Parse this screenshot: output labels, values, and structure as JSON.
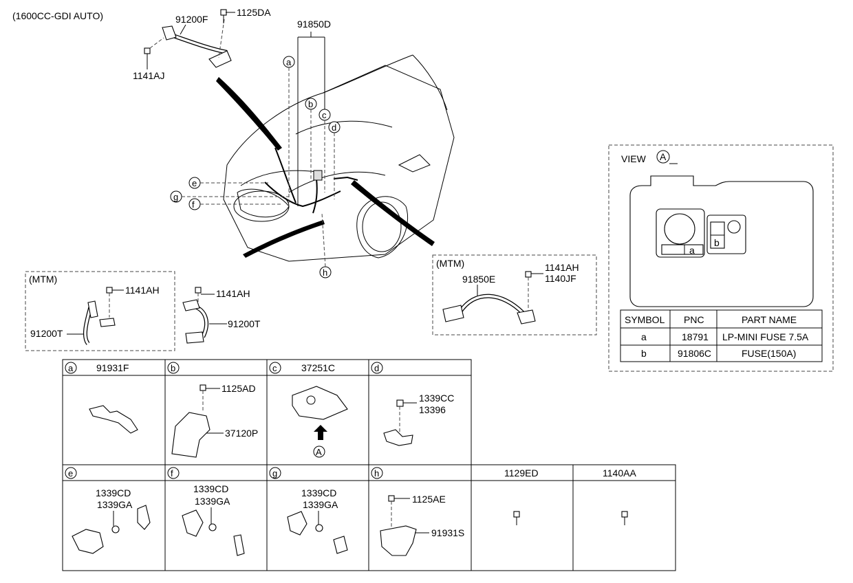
{
  "header": {
    "variant": "(1600CC-GDI AUTO)"
  },
  "main": {
    "p_91200F": "91200F",
    "p_1125DA": "1125DA",
    "p_1141AJ": "1141AJ",
    "p_91850D": "91850D",
    "callouts": [
      "a",
      "b",
      "c",
      "d",
      "e",
      "g",
      "f",
      "h"
    ]
  },
  "mtm_left": {
    "title": "(MTM)",
    "p_1141AH_1": "1141AH",
    "p_1141AH_2": "1141AH",
    "p_91200T_1": "91200T",
    "p_91200T_2": "91200T"
  },
  "mtm_right": {
    "title": "(MTM)",
    "p_91850E": "91850E",
    "p_1141AH": "1141AH",
    "p_1140JF": "1140JF"
  },
  "view": {
    "title": "VIEW",
    "marker": "A",
    "fuse_a": "a",
    "fuse_b": "b",
    "table": {
      "headers": [
        "SYMBOL",
        "PNC",
        "PART NAME"
      ],
      "rows": [
        [
          "a",
          "18791",
          "LP-MINI FUSE 7.5A"
        ],
        [
          "b",
          "91806C",
          "FUSE(150A)"
        ]
      ]
    }
  },
  "details": {
    "a": {
      "letter": "a",
      "pnc": "91931F"
    },
    "b": {
      "letter": "b",
      "p1": "1125AD",
      "p2": "37120P"
    },
    "c": {
      "letter": "c",
      "pnc": "37251C",
      "marker": "A"
    },
    "d": {
      "letter": "d",
      "p1": "1339CC",
      "p2": "13396"
    },
    "e": {
      "letter": "e",
      "p1": "1339CD",
      "p2": "1339GA"
    },
    "f": {
      "letter": "f",
      "p1": "1339CD",
      "p2": "1339GA"
    },
    "g": {
      "letter": "g",
      "p1": "1339CD",
      "p2": "1339GA"
    },
    "h": {
      "letter": "h",
      "p1": "1125AE",
      "p2": "91931S"
    },
    "x1": {
      "pnc": "1129ED"
    },
    "x2": {
      "pnc": "1140AA"
    }
  }
}
